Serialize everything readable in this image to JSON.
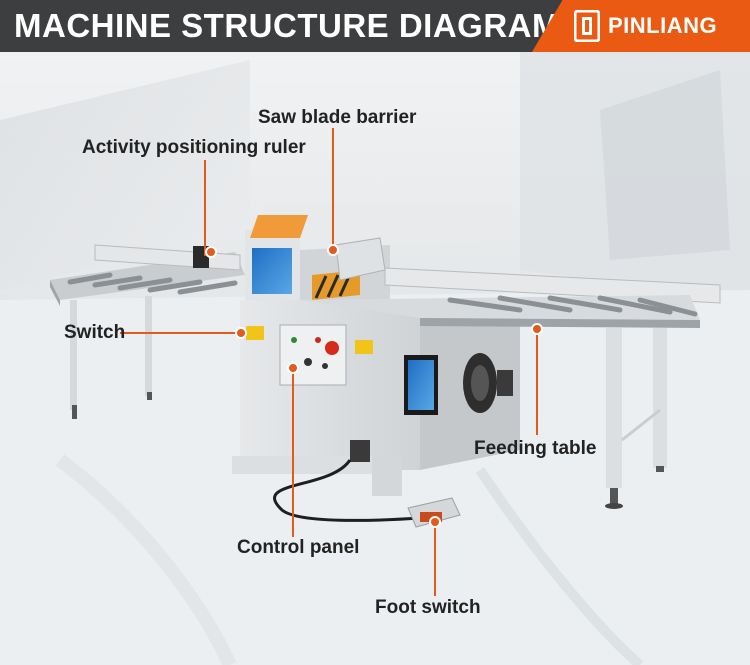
{
  "header": {
    "title": "MACHINE STRUCTURE DIAGRAM",
    "brand": "PINLIANG"
  },
  "callouts": {
    "saw_blade_barrier": "Saw blade barrier",
    "activity_positioning_ruler": "Activity positioning ruler",
    "switch": "Switch",
    "feeding_table": "Feeding table",
    "control_panel": "Control panel",
    "foot_switch": "Foot switch"
  },
  "colors": {
    "header_bg": "#3d3e40",
    "brand_bg": "#ea5a13",
    "leader_line": "#e25a1c",
    "label_text": "#222222"
  }
}
